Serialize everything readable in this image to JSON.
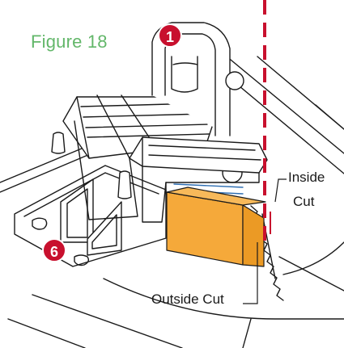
{
  "figure": {
    "title": "Figure 18",
    "title_color": "#63b76a"
  },
  "labels": {
    "inside_cut_line1": "Inside",
    "inside_cut_line2": "Cut",
    "outside_cut": "Outside Cut"
  },
  "callouts": [
    {
      "number": "1",
      "color": "#c8102e"
    },
    {
      "number": "6",
      "color": "#c8102e"
    }
  ],
  "colors": {
    "cut_line": "#c8102e",
    "workpiece": "#f5a93a",
    "outline": "#1a1a1a",
    "fence": "#2f6fb3"
  }
}
